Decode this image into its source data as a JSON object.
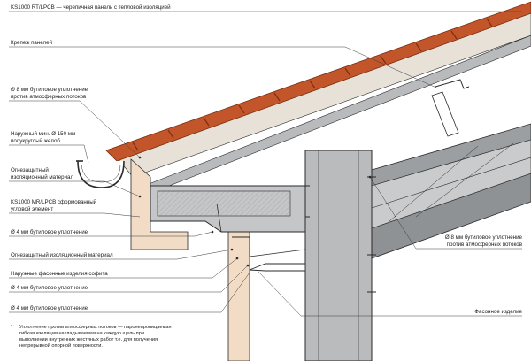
{
  "callouts": {
    "title_panel": "KS1000 RT/LPCB — черепичная панель с тепловой изоляцией",
    "panel_fastener": "Крепеж панелей",
    "butyl_8mm_left_1": "Ø 8 мм бутиловое уплотнение",
    "butyl_8mm_left_2": "против атмосферных потоков",
    "gutter_1": "Наружный мин. Ø 150 мм",
    "gutter_2": "полукруглый желоб",
    "fireproof_1": "Огнезащитный",
    "fireproof_2": "изоляционный материал",
    "corner_1": "KS1000 MR/LPCB сформованный",
    "corner_2": "угловой элемент",
    "butyl_4mm_1": "Ø 4 мм бутиловое уплотнение",
    "fireproof_insulation": "Огнезащитный изоляционный материал",
    "soffit": "Наружные фасонные изделия софита",
    "butyl_4mm_2": "Ø 4 мм бутиловое уплотнение",
    "butyl_4mm_3": "Ø 4 мм бутиловое уплотнение",
    "butyl_8mm_right_1": "Ø 8 мм бутиловое уплотнение",
    "butyl_8mm_right_2": "против атмосферных потоков",
    "flashing": "Фасонное изделие"
  },
  "footnote": {
    "mark": "*",
    "line_1": "Уплотнение против атмосферных потоков — паронепроницаемая",
    "line_2": "гибкая изоляция накладываемая на каждую щель при",
    "line_3": "выполнении внутренних жестяных работ т.е. для получения",
    "line_4": "непрерывной опорной поверхности."
  },
  "colors": {
    "tile_face": "#c2562a",
    "tile_shadow": "#9a3f1c",
    "panel_grey": "#bfc1c3",
    "panel_dark": "#8f9294",
    "insulation_beige": "#f2dcc6",
    "outline": "#2a2a2a",
    "leader": "#3a3a3a"
  }
}
